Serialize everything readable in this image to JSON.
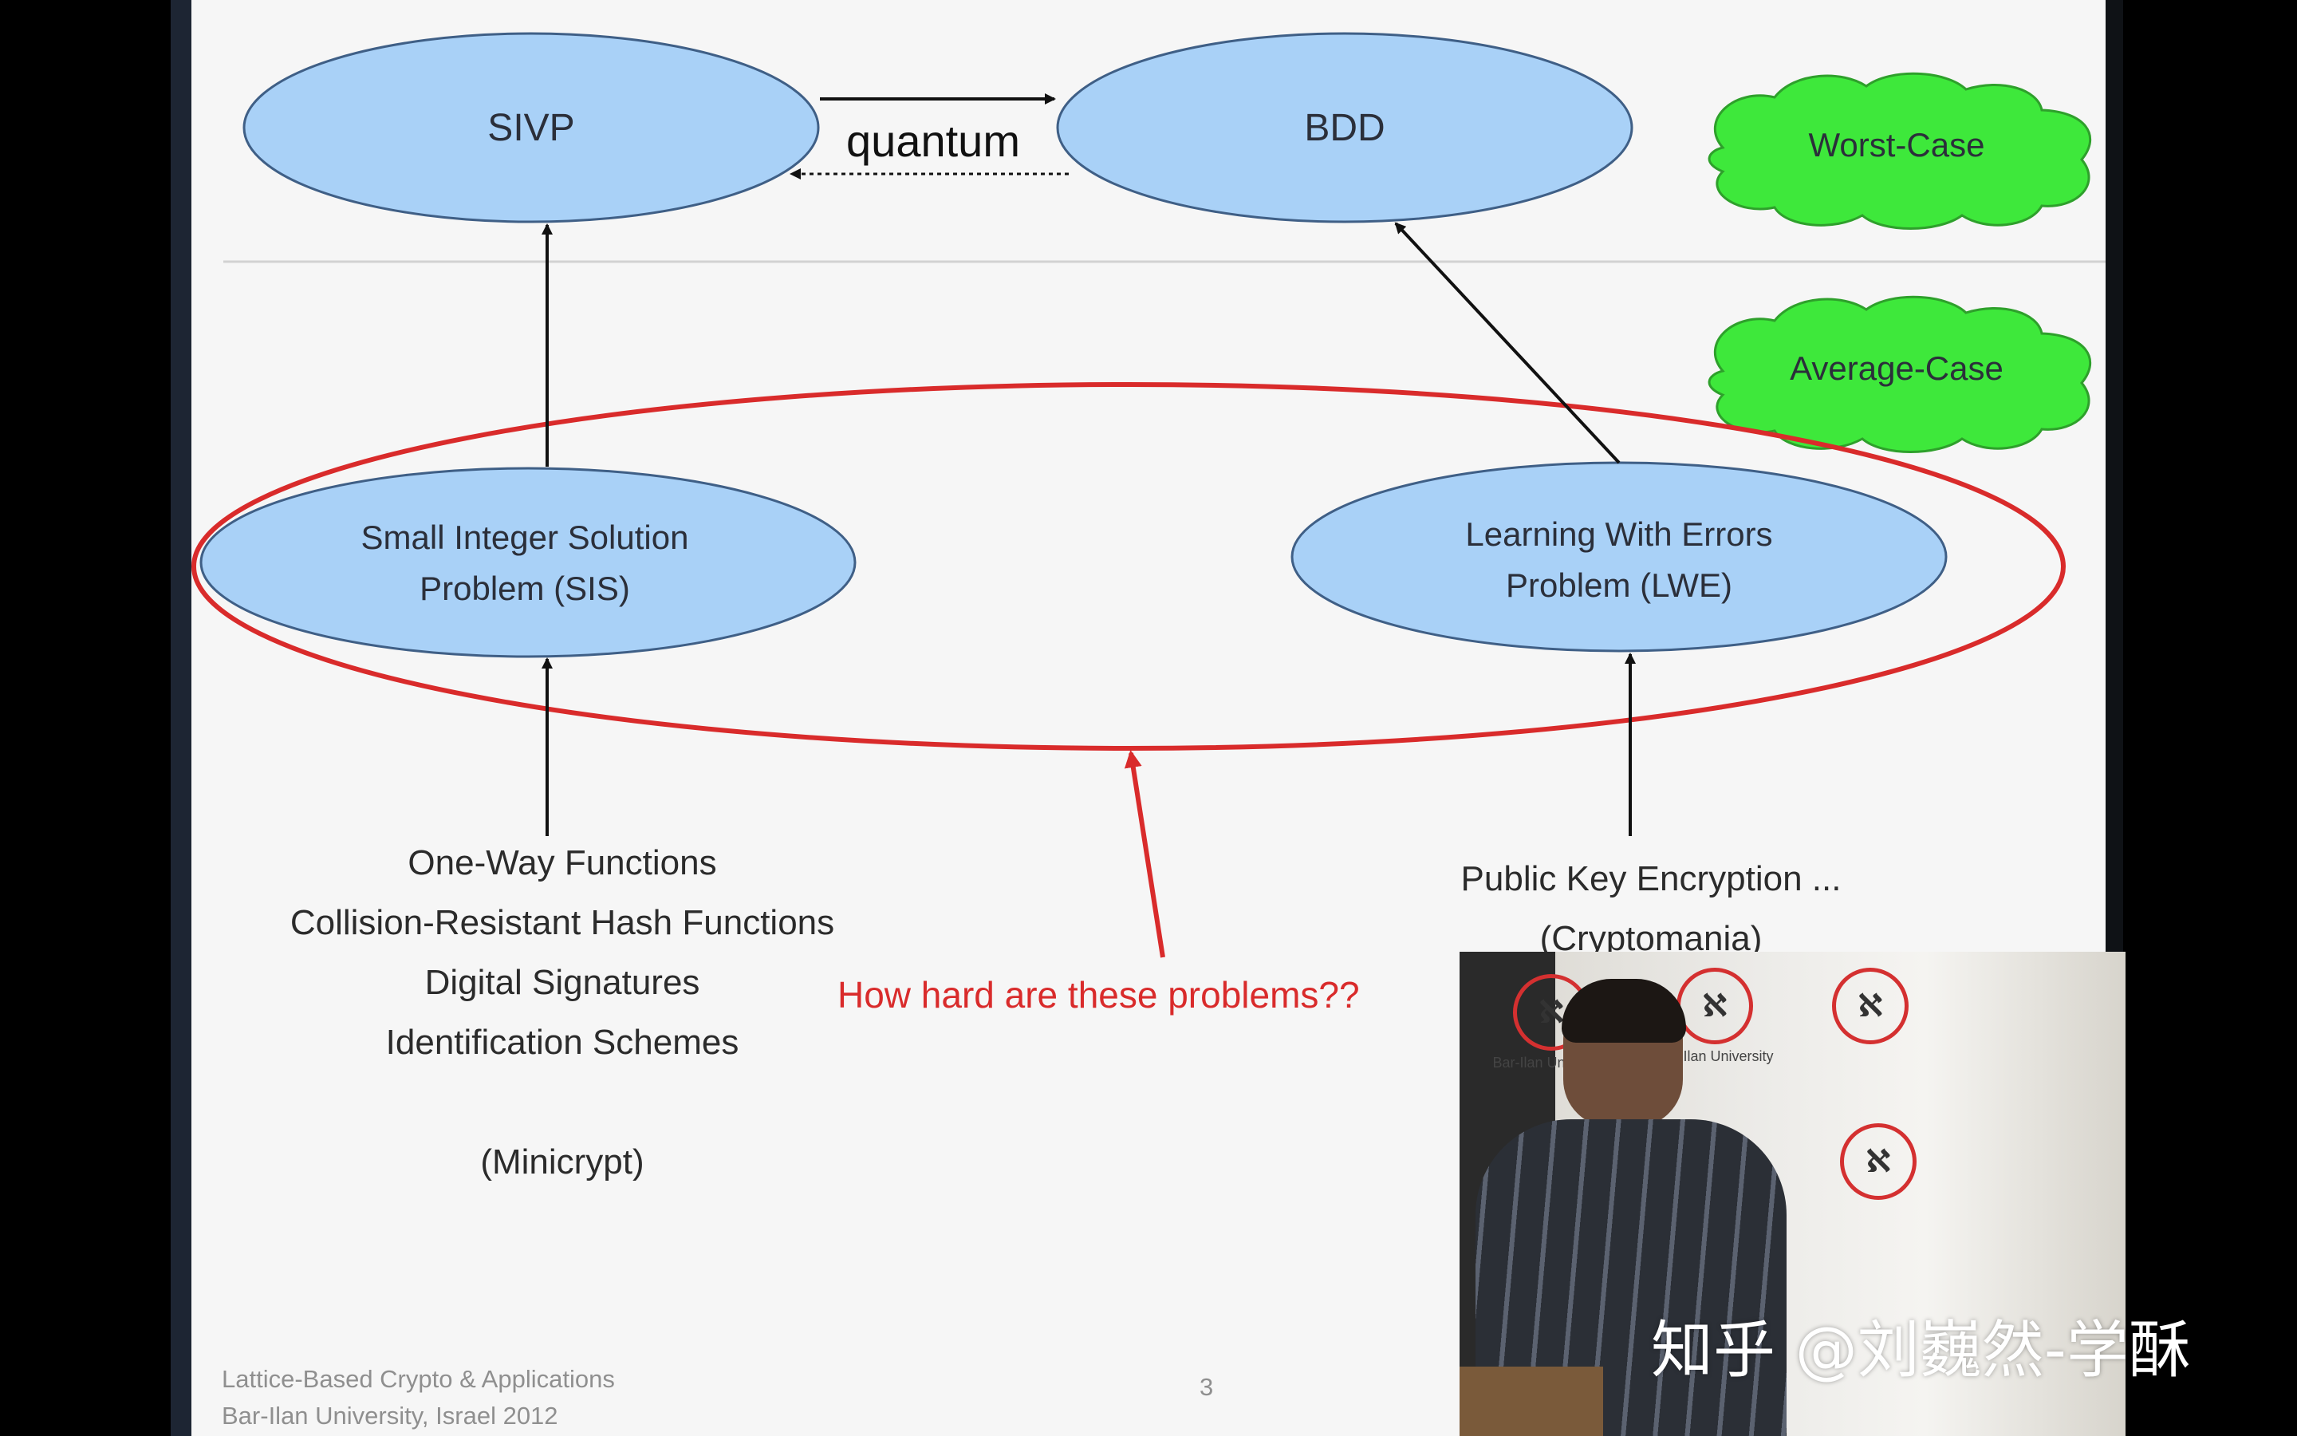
{
  "nodes": {
    "sivp": "SIVP",
    "bdd": "BDD",
    "sis_line1": "Small Integer Solution",
    "sis_line2": "Problem  (SIS)",
    "lwe_line1": "Learning With Errors",
    "lwe_line2": "Problem  (LWE)"
  },
  "edges": {
    "quantum_label": "quantum"
  },
  "clouds": {
    "worst_case": "Worst-Case",
    "average_case": "Average-Case"
  },
  "left_apps": {
    "line1": "One-Way Functions",
    "line2": "Collision-Resistant  Hash Functions",
    "line3": "Digital Signatures",
    "line4": "Identification  Schemes",
    "world": "(Minicrypt)"
  },
  "right_apps": {
    "line1": "Public Key Encryption ...",
    "world": "(Cryptomania)"
  },
  "annotation": {
    "question": "How hard are these problems??"
  },
  "footer": {
    "line1": "Lattice-Based Crypto & Applications",
    "line2": "Bar-Ilan University, Israel 2012",
    "page": "3"
  },
  "video": {
    "logo_caption_1": "Bar-Ilan University",
    "logo_caption_2": "Bar-Ilan University"
  },
  "watermark": "知乎 @刘巍然-学酥",
  "colors": {
    "ellipse_fill": "#a9d1f7",
    "cloud_fill": "#3ee83b",
    "annotation": "#d92b2b"
  }
}
